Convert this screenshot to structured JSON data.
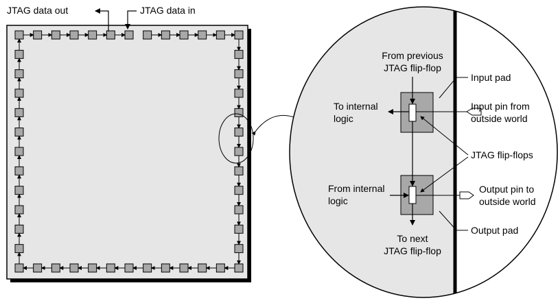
{
  "labels": {
    "data_out": "JTAG data out",
    "data_in": "JTAG data in",
    "from_prev_1": "From previous",
    "from_prev_2": "JTAG flip-flop",
    "input_pad": "Input pad",
    "to_internal_1": "To internal",
    "to_internal_2": "logic",
    "input_pin_1": "Input pin from",
    "input_pin_2": "outside world",
    "jtag_flipflops": "JTAG flip-flops",
    "from_internal_1": "From internal",
    "from_internal_2": "logic",
    "output_pin_1": "Output pin to",
    "output_pin_2": "outside world",
    "output_pad": "Output pad",
    "to_next_1": "To next",
    "to_next_2": "JTAG flip-flop"
  },
  "colors": {
    "chip_fill": "#e6e6e6",
    "cell_fill": "#a8a8a8",
    "pad_fill": "#a8a8a8",
    "zoom_fill": "#e6e6e6",
    "line": "#000000"
  },
  "boundary_scan": {
    "top_cells": 13,
    "side_cells": 13,
    "top_gap_after": 6
  }
}
